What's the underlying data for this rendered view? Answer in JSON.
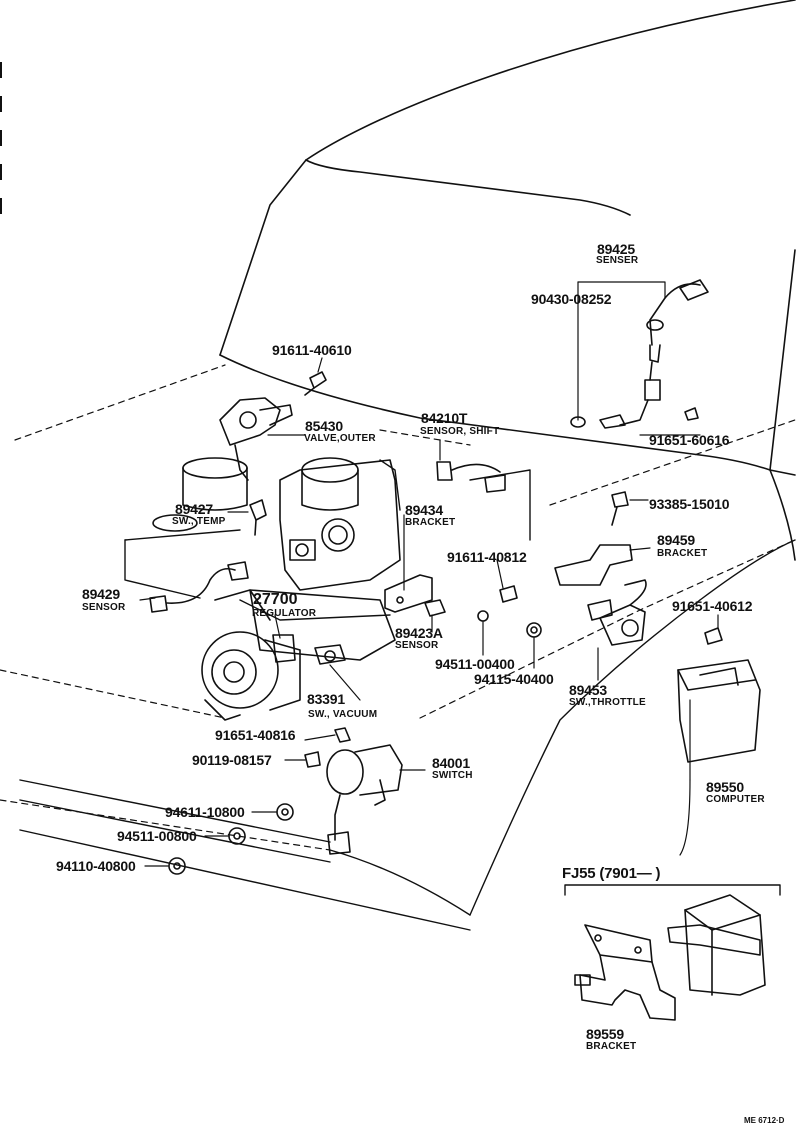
{
  "parts": [
    {
      "number": "89425",
      "name": "SENSER"
    },
    {
      "number": "90430-08252"
    },
    {
      "number": "91611-40610"
    },
    {
      "number": "85430",
      "name": "VALVE,OUTER"
    },
    {
      "number": "84210T",
      "name": "SENSOR, SHIFT"
    },
    {
      "number": "91651-60616"
    },
    {
      "number": "93385-15010"
    },
    {
      "number": "89427",
      "name": "SW., TEMP"
    },
    {
      "number": "89434",
      "name": "BRACKET"
    },
    {
      "number": "91611-40812"
    },
    {
      "number": "89459",
      "name": "BRACKET"
    },
    {
      "number": "89429",
      "name": "SENSOR"
    },
    {
      "number": "27700",
      "name": "REGULATOR"
    },
    {
      "number": "89423A",
      "name": "SENSOR"
    },
    {
      "number": "91651-40612"
    },
    {
      "number": "94511-00400"
    },
    {
      "number": "94115-40400"
    },
    {
      "number": "89453",
      "name": "SW.,THROTTLE"
    },
    {
      "number": "83391",
      "name": "SW., VACUUM"
    },
    {
      "number": "91651-40816"
    },
    {
      "number": "90119-08157"
    },
    {
      "number": "84001",
      "name": "SWITCH"
    },
    {
      "number": "89550",
      "name": "COMPUTER"
    },
    {
      "number": "94611-10800"
    },
    {
      "number": "94511-00800"
    },
    {
      "number": "94110-40800"
    }
  ],
  "inset": {
    "title": "FJ55 (7901—        )",
    "part": {
      "number": "89559",
      "name": "BRACKET"
    }
  },
  "footer_code": "ME 6712·D"
}
